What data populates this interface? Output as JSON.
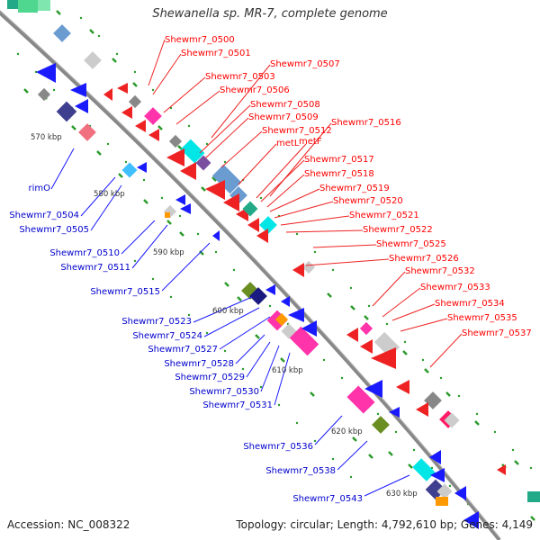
{
  "title": "Shewanella sp. MR-7, complete genome",
  "accession_text": "Accession: NC_008322",
  "topology_text": "Topology: circular; Length: 4,792,610 bp; Genes: 4,149",
  "kbp_labels": [
    "570 kbp",
    "580 kbp",
    "590 kbp",
    "600 kbp",
    "610 kbp",
    "620 kbp",
    "630 kbp"
  ],
  "upper_labels": [
    "Shewmr7_0500",
    "Shewmr7_0501",
    "Shewmr7_0503",
    "Shewmr7_0506",
    "Shewmr7_0507",
    "Shewmr7_0508",
    "Shewmr7_0509",
    "Shewmr7_0512",
    "metL",
    "metF",
    "Shewmr7_0516",
    "Shewmr7_0517",
    "Shewmr7_0518",
    "Shewmr7_0519",
    "Shewmr7_0520",
    "Shewmr7_0521",
    "Shewmr7_0522",
    "Shewmr7_0525",
    "Shewmr7_0526",
    "Shewmr7_0532",
    "Shewmr7_0533",
    "Shewmr7_0534",
    "Shewmr7_0535",
    "Shewmr7_0537"
  ],
  "lower_labels": [
    "rimO",
    "Shewmr7_0504",
    "Shewmr7_0505",
    "Shewmr7_0510",
    "Shewmr7_0511",
    "Shewmr7_0515",
    "Shewmr7_0523",
    "Shewmr7_0524",
    "Shewmr7_0527",
    "Shewmr7_0528",
    "Shewmr7_0529",
    "Shewmr7_0530",
    "Shewmr7_0531",
    "Shewmr7_0536",
    "Shewmr7_0538",
    "Shewmr7_0543"
  ],
  "colors": {
    "upper_label": "#ff0000",
    "lower_label": "#0000cc",
    "backbone": "#888888",
    "tick_green": "#2a9a2a"
  }
}
